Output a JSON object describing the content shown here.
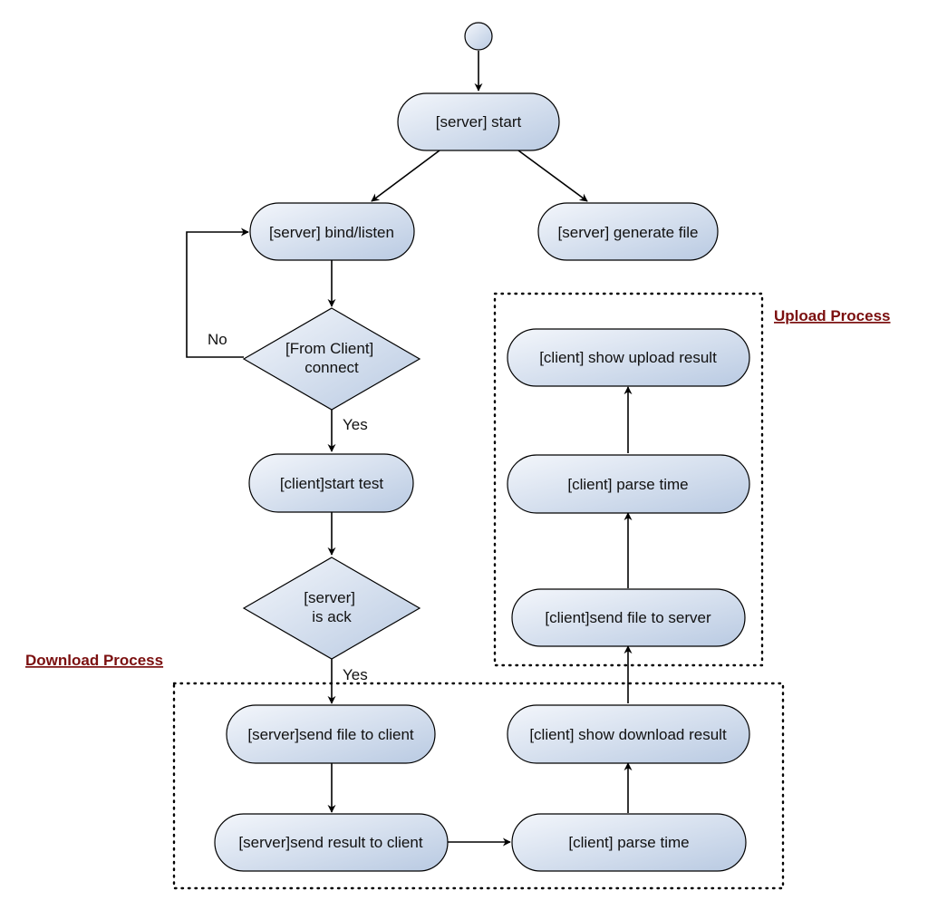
{
  "diagram": {
    "nodes": {
      "start_point": "",
      "server_start": [
        "[server] start"
      ],
      "server_bind": [
        "[server] bind/listen"
      ],
      "server_generate": [
        "[server] generate file"
      ],
      "client_connect": [
        "[From Client]",
        "connect"
      ],
      "client_start_test": [
        "[client]start test"
      ],
      "server_ack": [
        "[server]",
        "is ack"
      ],
      "server_send_file": [
        "[server]send file to client"
      ],
      "server_send_result": [
        "[server]send result to client"
      ],
      "client_parse_time_download": [
        "[client] parse time"
      ],
      "client_show_download": [
        "[client] show download result"
      ],
      "client_send_file": [
        "[client]send file to server"
      ],
      "client_parse_time_upload": [
        "[client] parse time"
      ],
      "client_show_upload": [
        "[client] show upload result"
      ]
    },
    "edge_labels": {
      "connect_no": "No",
      "connect_yes": "Yes",
      "ack_yes": "Yes"
    },
    "groups": {
      "upload": "Upload Process",
      "download": "Download Process"
    }
  },
  "colors": {
    "node_fill_light": "#f3f6fb",
    "node_fill_dark": "#b9cae2",
    "stroke": "#000000",
    "group_label": "#7b0f0f"
  }
}
